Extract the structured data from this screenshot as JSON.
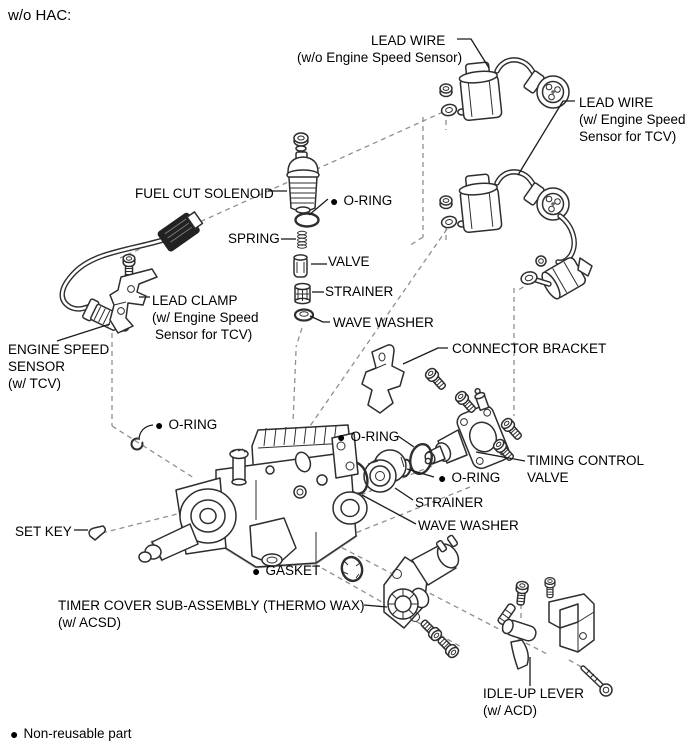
{
  "title": "w/o HAC:",
  "bullet": "●",
  "footer": {
    "note": "Non-reusable part"
  },
  "parts": {
    "lead_wire": "LEAD WIRE",
    "lead_wire_top_qualifier": "(w/o Engine Speed Sensor)",
    "lead_wire_right_q1": "(w/ Engine Speed",
    "lead_wire_right_q2": "Sensor for TCV)",
    "fuel_cut_solenoid": "FUEL CUT SOLENOID",
    "o_ring": "O-RING",
    "spring": "SPRING",
    "valve": "VALVE",
    "strainer": "STRAINER",
    "wave_washer": "WAVE WASHER",
    "lead_clamp": "LEAD CLAMP",
    "lead_clamp_q1": "(w/ Engine Speed",
    "lead_clamp_q2": "Sensor for TCV)",
    "engine_speed_sensor_1": "ENGINE SPEED",
    "engine_speed_sensor_2": "SENSOR",
    "engine_speed_sensor_q": "(w/ TCV)",
    "connector_bracket": "CONNECTOR BRACKET",
    "timing_control_valve_1": "TIMING CONTROL",
    "timing_control_valve_2": "VALVE",
    "set_key": "SET KEY",
    "gasket": "GASKET",
    "timer_cover_1": "TIMER COVER SUB-ASSEMBLY (THERMO WAX)",
    "timer_cover_2": "(w/ ACSD)",
    "idle_up_lever_1": "IDLE-UP LEVER",
    "idle_up_lever_2": "(w/ ACD)"
  }
}
